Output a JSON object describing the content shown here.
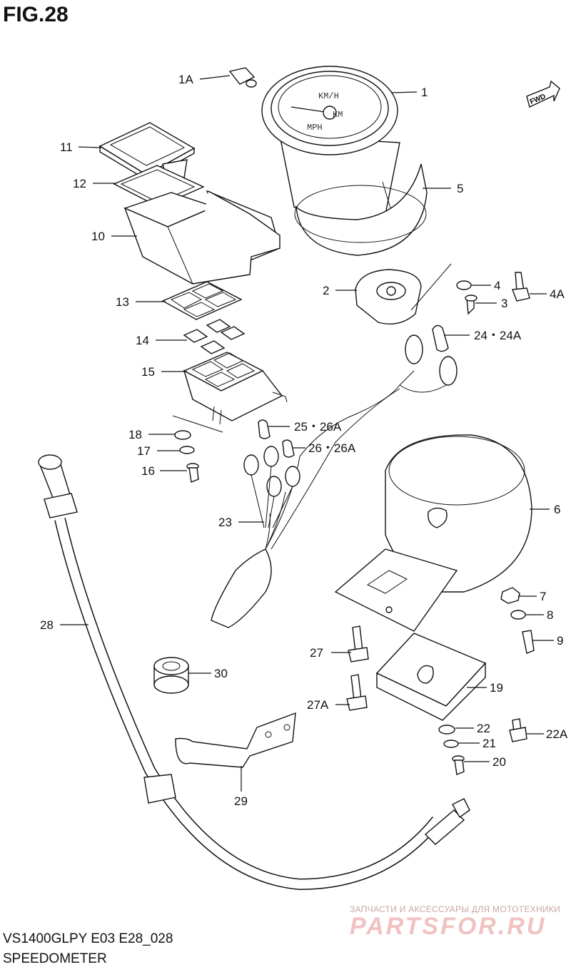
{
  "header": {
    "title": "FIG.28"
  },
  "footer": {
    "model_code": "VS1400GLPY E03 E28_028",
    "subtitle": "SPEEDOMETER"
  },
  "watermark": {
    "tagline": "ЗАПЧАСТИ И АКСЕССУАРЫ ДЛЯ МОТОТЕХНИКИ",
    "brand": "PARTSFOR.RU"
  },
  "direction_badge": "FWD",
  "callouts": [
    {
      "id": "1A",
      "text": "1A"
    },
    {
      "id": "1",
      "text": "1"
    },
    {
      "id": "11",
      "text": "11"
    },
    {
      "id": "5",
      "text": "5"
    },
    {
      "id": "12",
      "text": "12"
    },
    {
      "id": "10",
      "text": "10"
    },
    {
      "id": "2",
      "text": "2"
    },
    {
      "id": "4",
      "text": "4"
    },
    {
      "id": "4A",
      "text": "4A"
    },
    {
      "id": "3",
      "text": "3"
    },
    {
      "id": "13",
      "text": "13"
    },
    {
      "id": "24",
      "text": "24・24A"
    },
    {
      "id": "14",
      "text": "14"
    },
    {
      "id": "15",
      "text": "15"
    },
    {
      "id": "25",
      "text": "25・26A"
    },
    {
      "id": "18",
      "text": "18"
    },
    {
      "id": "26",
      "text": "26・26A"
    },
    {
      "id": "17",
      "text": "17"
    },
    {
      "id": "16",
      "text": "16"
    },
    {
      "id": "6",
      "text": "6"
    },
    {
      "id": "23",
      "text": "23"
    },
    {
      "id": "7",
      "text": "7"
    },
    {
      "id": "8",
      "text": "8"
    },
    {
      "id": "28",
      "text": "28"
    },
    {
      "id": "9",
      "text": "9"
    },
    {
      "id": "27",
      "text": "27"
    },
    {
      "id": "30",
      "text": "30"
    },
    {
      "id": "19",
      "text": "19"
    },
    {
      "id": "27A",
      "text": "27A"
    },
    {
      "id": "22",
      "text": "22"
    },
    {
      "id": "22A",
      "text": "22A"
    },
    {
      "id": "21",
      "text": "21"
    },
    {
      "id": "20",
      "text": "20"
    },
    {
      "id": "29",
      "text": "29"
    }
  ]
}
